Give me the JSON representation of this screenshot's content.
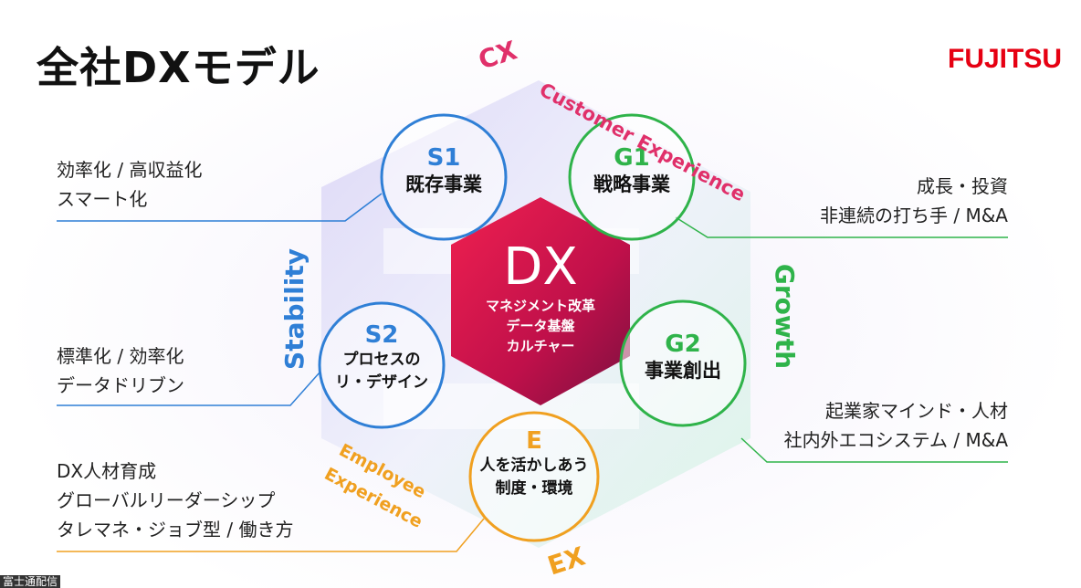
{
  "slide": {
    "title": "全社DXモデル",
    "logo": "FUJITSU",
    "watermark": "富士通配信"
  },
  "center": {
    "title": "DX",
    "lines": [
      "マネジメント改革",
      "データ基盤",
      "カルチャー"
    ]
  },
  "circles": [
    {
      "code": "S1",
      "name": "既存事業",
      "color": "#2f7fd6"
    },
    {
      "code": "G1",
      "name": "戦略事業",
      "color": "#2fb34a"
    },
    {
      "code": "S2",
      "name_lines": [
        "プロセスの",
        "リ・デザイン"
      ],
      "color": "#2f7fd6"
    },
    {
      "code": "G2",
      "name": "事業創出",
      "color": "#2fb34a"
    },
    {
      "code": "E",
      "name_lines": [
        "人を活かしあう",
        "制度・環境"
      ],
      "color": "#f0a020"
    }
  ],
  "axes": {
    "cx": {
      "short": "CX",
      "long": "Customer Experience",
      "color": "#e0306a"
    },
    "ex": {
      "short": "EX",
      "long_lines": [
        "Employee",
        "Experience"
      ],
      "color": "#f0a020"
    },
    "stability": {
      "label": "Stability",
      "color": "#2f7fd6"
    },
    "growth": {
      "label": "Growth",
      "color": "#2fb34a"
    }
  },
  "notes": {
    "s1": [
      "効率化 / 高収益化",
      "スマート化"
    ],
    "s2": [
      "標準化 / 効率化",
      "データドリブン"
    ],
    "e": [
      "DX人材育成",
      "グローバルリーダーシップ",
      "タレマネ・ジョブ型 / 働き方"
    ],
    "g1": [
      "成長・投資",
      "非連続の打ち手 / M&A"
    ],
    "g2": [
      "起業家マインド・人材",
      "社内外エコシステム / M&A"
    ]
  }
}
